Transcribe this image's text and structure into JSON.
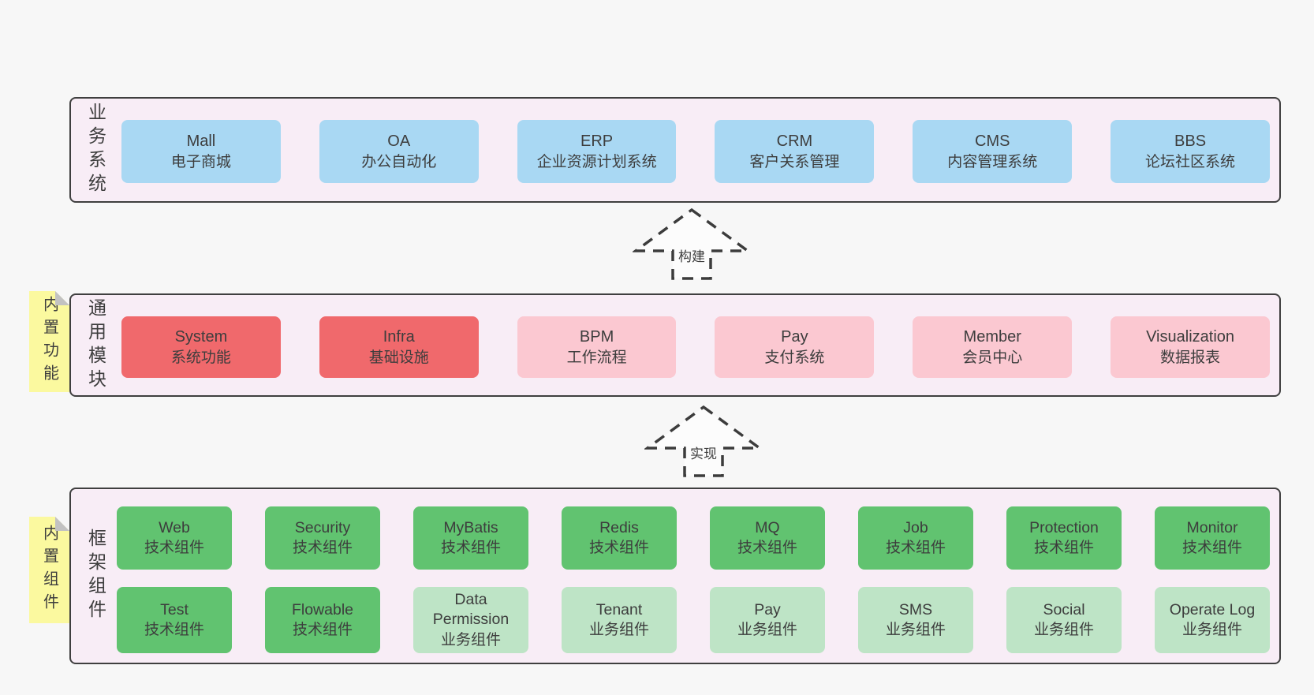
{
  "colors": {
    "page_bg": "#f7f7f7",
    "layer_bg": "#f8edf6",
    "layer_border": "#3f3f3f",
    "blue": "#a9d8f3",
    "red": "#f0696c",
    "pink": "#fbc8d1",
    "green": "#61c370",
    "light_green": "#bee4c6",
    "sticky_yellow": "#fbf99f",
    "sticky_fold": "#c2c2c2",
    "text": "#3d3d3d",
    "arrow_stroke": "#3c3c3c",
    "arrow_fill": "#fcfcfc"
  },
  "arrows": {
    "build": {
      "label": "构建"
    },
    "implement": {
      "label": "实现"
    }
  },
  "business": {
    "label": "业务系统",
    "boxes": [
      {
        "title": "Mall",
        "subtitle": "电子商城",
        "variant": "blue"
      },
      {
        "title": "OA",
        "subtitle": "办公自动化",
        "variant": "blue"
      },
      {
        "title": "ERP",
        "subtitle": "企业资源计划系统",
        "variant": "blue"
      },
      {
        "title": "CRM",
        "subtitle": "客户关系管理",
        "variant": "blue"
      },
      {
        "title": "CMS",
        "subtitle": "内容管理系统",
        "variant": "blue"
      },
      {
        "title": "BBS",
        "subtitle": "论坛社区系统",
        "variant": "blue"
      }
    ]
  },
  "modules": {
    "label": "通用模块",
    "sticky": "内置功能",
    "boxes": [
      {
        "title": "System",
        "subtitle": "系统功能",
        "variant": "red"
      },
      {
        "title": "Infra",
        "subtitle": "基础设施",
        "variant": "red"
      },
      {
        "title": "BPM",
        "subtitle": "工作流程",
        "variant": "pink"
      },
      {
        "title": "Pay",
        "subtitle": "支付系统",
        "variant": "pink"
      },
      {
        "title": "Member",
        "subtitle": "会员中心",
        "variant": "pink"
      },
      {
        "title": "Visualization",
        "subtitle": "数据报表",
        "variant": "pink"
      }
    ]
  },
  "components": {
    "label": "框架组件",
    "sticky": "内置组件",
    "row1": [
      {
        "title": "Web",
        "subtitle": "技术组件",
        "variant": "green"
      },
      {
        "title": "Security",
        "subtitle": "技术组件",
        "variant": "green"
      },
      {
        "title": "MyBatis",
        "subtitle": "技术组件",
        "variant": "green"
      },
      {
        "title": "Redis",
        "subtitle": "技术组件",
        "variant": "green"
      },
      {
        "title": "MQ",
        "subtitle": "技术组件",
        "variant": "green"
      },
      {
        "title": "Job",
        "subtitle": "技术组件",
        "variant": "green"
      },
      {
        "title": "Protection",
        "subtitle": "技术组件",
        "variant": "green"
      },
      {
        "title": "Monitor",
        "subtitle": "技术组件",
        "variant": "green"
      }
    ],
    "row2": [
      {
        "title": "Test",
        "subtitle": "技术组件",
        "variant": "green"
      },
      {
        "title": "Flowable",
        "subtitle": "技术组件",
        "variant": "green"
      },
      {
        "title": "Data Permission",
        "subtitle": "业务组件",
        "variant": "lightgreen"
      },
      {
        "title": "Tenant",
        "subtitle": "业务组件",
        "variant": "lightgreen"
      },
      {
        "title": "Pay",
        "subtitle": "业务组件",
        "variant": "lightgreen"
      },
      {
        "title": "SMS",
        "subtitle": "业务组件",
        "variant": "lightgreen"
      },
      {
        "title": "Social",
        "subtitle": "业务组件",
        "variant": "lightgreen"
      },
      {
        "title": "Operate Log",
        "subtitle": "业务组件",
        "variant": "lightgreen"
      }
    ]
  }
}
